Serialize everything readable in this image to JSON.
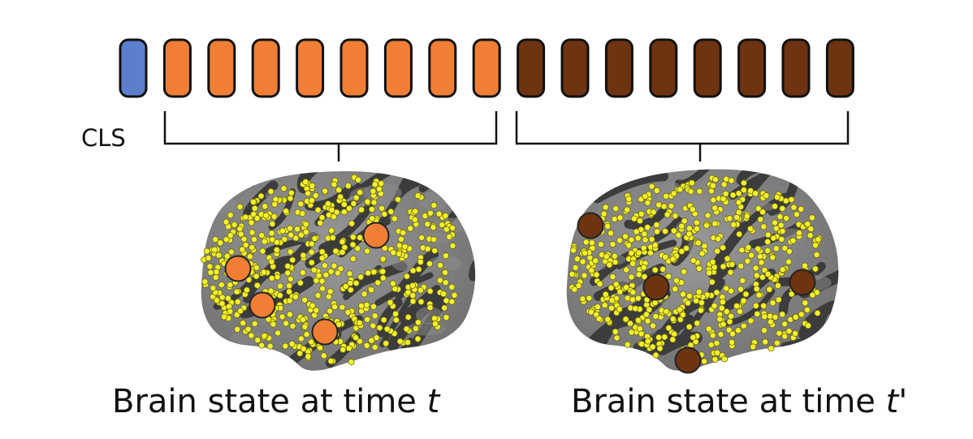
{
  "colors": {
    "cls_token": "#5b7fcc",
    "token_time_t": "#f07f35",
    "token_time_t_prime": "#6e3311",
    "electrode": "#f5f02b",
    "cortex_dark": "#3c3c3c",
    "cortex_light": "#8a8a8a"
  },
  "tokens": {
    "cls_label": "CLS",
    "cls_count": 1,
    "time_t_count": 8,
    "time_t_prime_count": 8
  },
  "brains": [
    {
      "caption_prefix": "Brain state at time ",
      "caption_var": "t",
      "node_icon": "orange-circle-icon",
      "node_count": 4
    },
    {
      "caption_prefix": "Brain state at time ",
      "caption_var": "t'",
      "node_icon": "brown-circle-icon",
      "node_count": 4
    }
  ]
}
